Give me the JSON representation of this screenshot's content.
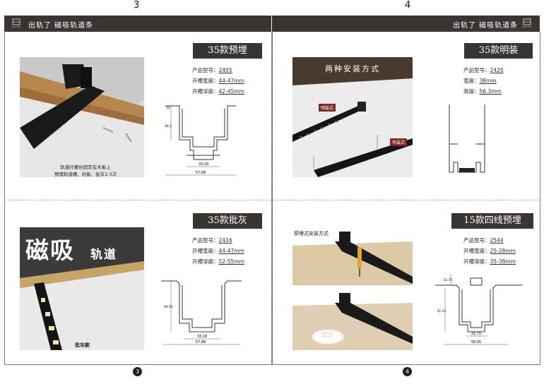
{
  "page_numbers": {
    "left": "3",
    "right": "4"
  },
  "header": {
    "left_title": "出轨了 磁吸轨道条",
    "right_title": "出轨了 磁吸轨道条"
  },
  "sections": {
    "s1": {
      "title": "35款预埋",
      "specs": [
        {
          "label": "产品型号：",
          "value": "2405"
        },
        {
          "label": "开槽宽度：",
          "value": "44-47mm"
        },
        {
          "label": "开槽深度：",
          "value": "42-45mm"
        }
      ],
      "caption_line1": "轨道拧螺丝固定在木板上",
      "caption_line2": "预埋轨道槽、封板、批灰2-3次",
      "dims": {
        "inner": "33.18",
        "outer": "57.88",
        "h1": "48.2",
        "h2": "10"
      }
    },
    "s2": {
      "title": "35款明装",
      "specs": [
        {
          "label": "产品型号：",
          "value": "2420"
        },
        {
          "label": "宽度：",
          "value": "38mm"
        },
        {
          "label": "高度：",
          "value": "56.3mm"
        }
      ],
      "banner": "两种安装方式",
      "tag_surface": "明装式",
      "tag_hanging": "吊装式"
    },
    "s3": {
      "title": "35款批灰",
      "specs": [
        {
          "label": "产品型号：",
          "value": "2416"
        },
        {
          "label": "开槽宽度：",
          "value": "44-47mm"
        },
        {
          "label": "开槽深度：",
          "value": "52-55mm"
        }
      ],
      "big_text": "磁吸",
      "big_text_small": "轨道",
      "caption": "批灰款",
      "dims": {
        "inner": "33.18",
        "outer": "57.88",
        "h": "39.55"
      }
    },
    "s4": {
      "title": "15款四线预埋",
      "specs": [
        {
          "label": "产品型号：",
          "value": "2544"
        },
        {
          "label": "开槽宽度：",
          "value": "25-28mm"
        },
        {
          "label": "开槽深度：",
          "value": "35-38mm"
        }
      ],
      "install_label": "预埋式安装方式",
      "dims": {
        "inner": "21.75",
        "outer": "58.05",
        "h1": "31.21",
        "h2": "11.75"
      }
    }
  },
  "footer": {
    "left_num": "3",
    "right_num": "4"
  },
  "colors": {
    "header_bg": "#3a3433",
    "accent": "#7b2a25",
    "track": "#1a1a1a"
  }
}
